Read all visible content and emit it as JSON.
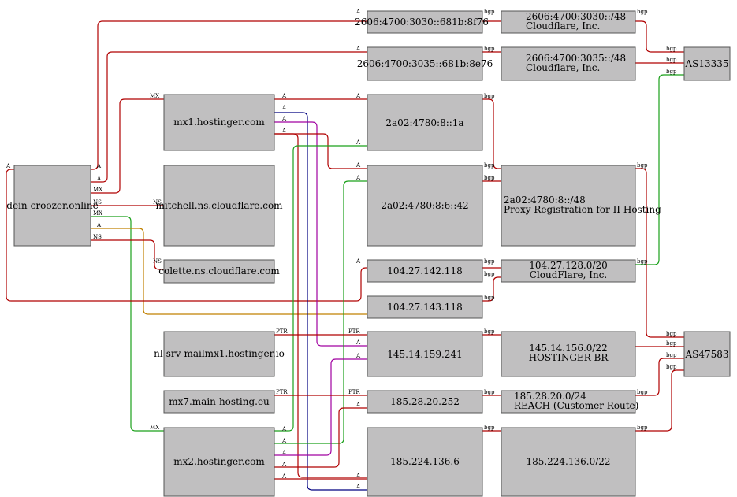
{
  "colors": {
    "red": "#b00000",
    "green": "#1aa01a",
    "purple": "#a000a0",
    "navy": "#000080",
    "orange": "#c08000"
  },
  "nodes": {
    "domain": "dein-croozer.online",
    "mx1": "mx1.hostinger.com",
    "mitchell": "mitchell.ns.cloudflare.com",
    "colette": "colette.ns.cloudflare.com",
    "nlsrv": "nl-srv-mailmx1.hostinger.io",
    "mx7": "mx7.main-hosting.eu",
    "mx2": "mx2.hostinger.com",
    "ip6a": "2606:4700:3030::681b:8f76",
    "ip6b": "2606:4700:3035::681b:8e76",
    "ip6c": "2a02:4780:8::1a",
    "ip6d": "2a02:4780:8:6::42",
    "ip4a": "104.27.142.118",
    "ip4b": "104.27.143.118",
    "ip4c": "145.14.159.241",
    "ip4d": "185.28.20.252",
    "ip4e": "185.224.136.6",
    "pfx1": [
      "2606:4700:3030::/48",
      "Cloudflare, Inc."
    ],
    "pfx2": [
      "2606:4700:3035::/48",
      "Cloudflare, Inc."
    ],
    "pfx3": [
      "2a02:4780:8::/48",
      "Proxy Registration for II Hosting"
    ],
    "pfx4": [
      "104.27.128.0/20",
      "CloudFlare, Inc."
    ],
    "pfx5": [
      "145.14.156.0/22",
      "HOSTINGER BR"
    ],
    "pfx6": [
      "185.28.20.0/24",
      "REACH (Customer Route)"
    ],
    "pfx7": "185.224.136.0/22",
    "as1": "AS13335",
    "as2": "AS47583"
  },
  "edge_labels": {
    "a": "A",
    "mx": "MX",
    "ns": "NS",
    "ptr": "PTR",
    "bgp": "bgp"
  }
}
